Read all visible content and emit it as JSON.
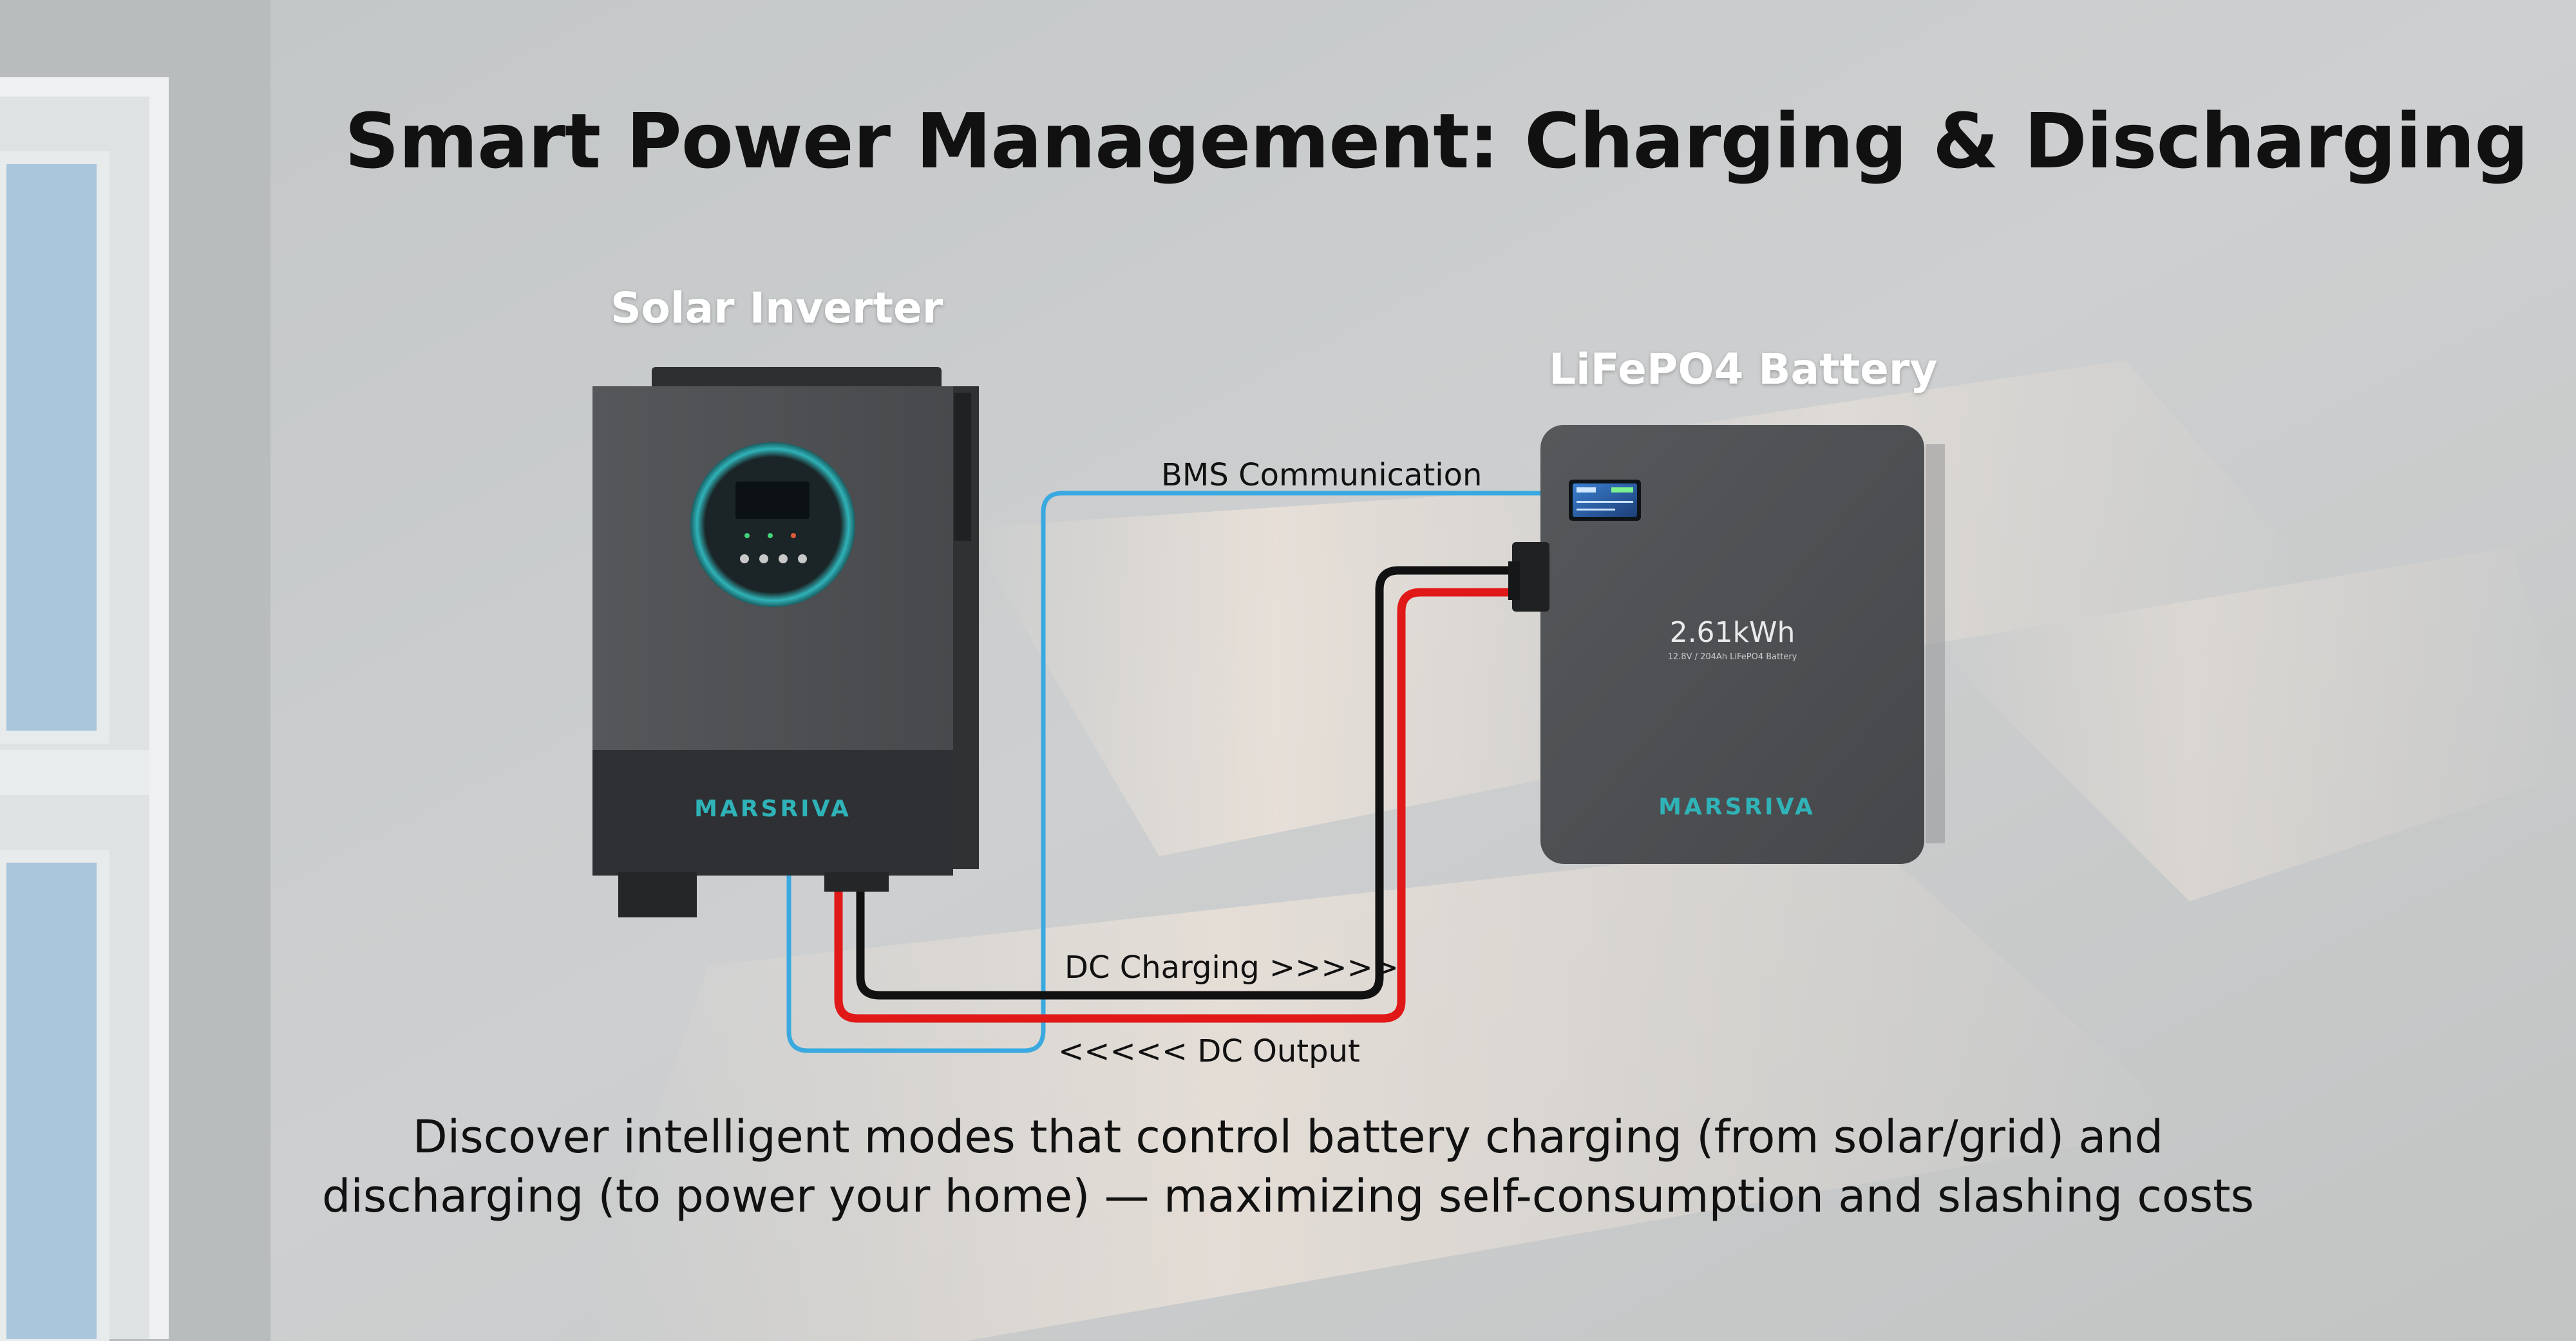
{
  "title": "Smart Power Management: Charging & Discharging",
  "inverter": {
    "label": "Solar Inverter",
    "brand": "MARSRIVA"
  },
  "battery": {
    "label": "LiFePO4 Battery",
    "capacity": "2.61kWh",
    "spec": "12.8V / 204Ah LiFePO4 Battery",
    "brand": "MARSRIVA"
  },
  "connections": {
    "bms": "BMS Communication",
    "dc_charging": "DC Charging >>>>>",
    "dc_output": "<<<<< DC Output"
  },
  "description": {
    "line1": "Discover intelligent modes that control battery charging (from solar/grid) and",
    "line2": "discharging (to power your home) — maximizing self-consumption and slashing costs"
  },
  "colors": {
    "bms_wire": "#3aa9e0",
    "positive_wire": "#e01818",
    "negative_wire": "#111111",
    "brand_accent": "#2fb3b8",
    "device_body": "#4a4c4f"
  },
  "icons": [
    "window-frame",
    "inverter-display-ring",
    "battery-lcd-screen",
    "battery-connector"
  ]
}
